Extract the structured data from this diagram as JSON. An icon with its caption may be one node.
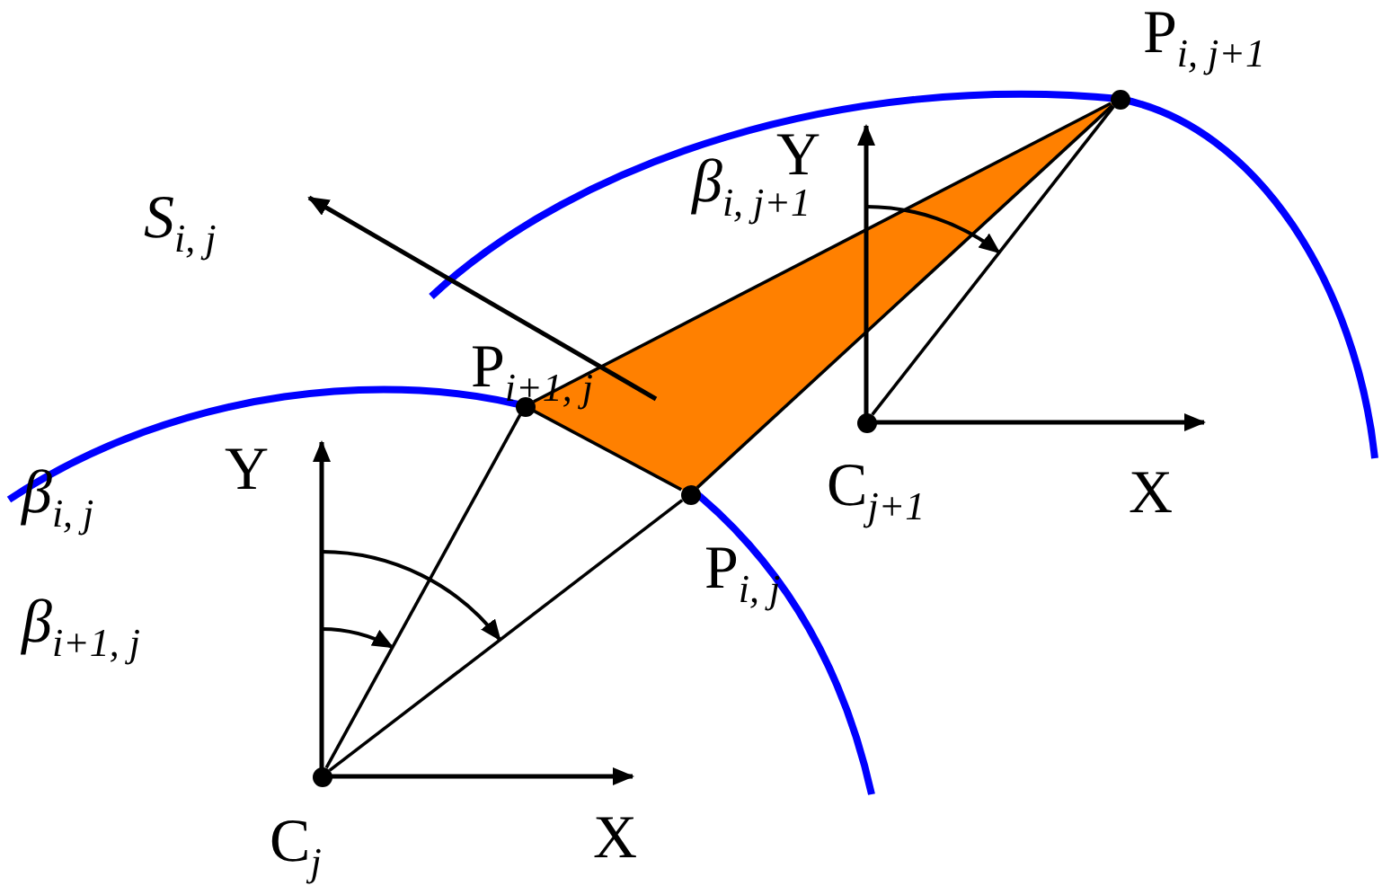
{
  "diagram": {
    "nodes": [
      {
        "text": [],
        "shape": "circle",
        "beside": [
          "P$_{i, j+1}$"
        ]
      },
      {
        "text": [],
        "shape": "circle",
        "beside": [
          "P$_{i+1, j}$"
        ]
      },
      {
        "text": [],
        "shape": "circle",
        "beside": [
          "P$_{i, j}$"
        ]
      },
      {
        "text": [],
        "shape": "circle",
        "beside": [
          "C$_{j}$"
        ]
      },
      {
        "text": [],
        "shape": "circle",
        "beside": [
          "C$_{j+1}$"
        ]
      }
    ],
    "edges": [
      {
        "from": 3,
        "to": 1,
        "arrow": "none"
      },
      {
        "from": 3,
        "to": 2,
        "arrow": "none"
      },
      {
        "from": 4,
        "to": 0,
        "arrow": "none"
      },
      {
        "from": 1,
        "to": 0,
        "arrow": "none"
      },
      {
        "from": 0,
        "to": 2,
        "arrow": "none"
      },
      {
        "from": 2,
        "to": 1,
        "arrow": "none"
      }
    ],
    "labels": [
      "Y",
      "β$_{i, j+1}$",
      "S$_{i, j}$",
      "Y",
      "X",
      "β$_{i, j}$",
      "β$_{i+1, j}$",
      "X"
    ]
  }
}
